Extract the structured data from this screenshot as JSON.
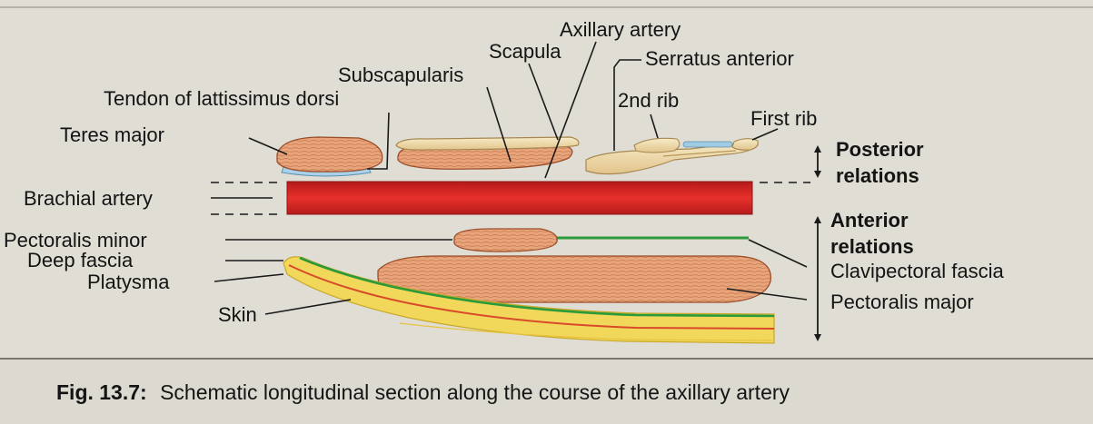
{
  "figure": {
    "caption_number": "Fig. 13.7:",
    "caption_text": "Schematic longitudinal section along the course of the axillary artery"
  },
  "labels": {
    "axillary_artery": "Axillary artery",
    "scapula": "Scapula",
    "serratus_anterior": "Serratus anterior",
    "subscapularis": "Subscapularis",
    "second_rib": "2nd rib",
    "tendon_lattissimus": "Tendon of lattissimus dorsi",
    "first_rib": "First rib",
    "teres_major": "Teres major",
    "brachial_artery": "Brachial artery",
    "pectoralis_minor": "Pectoralis minor",
    "deep_fascia": "Deep fascia",
    "platysma": "Platysma",
    "skin": "Skin",
    "clavipectoral_fascia": "Clavipectoral fascia",
    "pectoralis_major": "Pectoralis major"
  },
  "relations": {
    "posterior_line1": "Posterior",
    "posterior_line2": "relations",
    "anterior_line1": "Anterior",
    "anterior_line2": "relations"
  },
  "colors": {
    "muscle": "#e6a277",
    "muscle_stroke": "#9a4e2a",
    "artery": "#dc2b27",
    "bone": "#efdcae",
    "fascia_blue": "#9fcbe3",
    "fascia_green": "#2a9a3a",
    "skin_yellow": "#f0d850"
  }
}
